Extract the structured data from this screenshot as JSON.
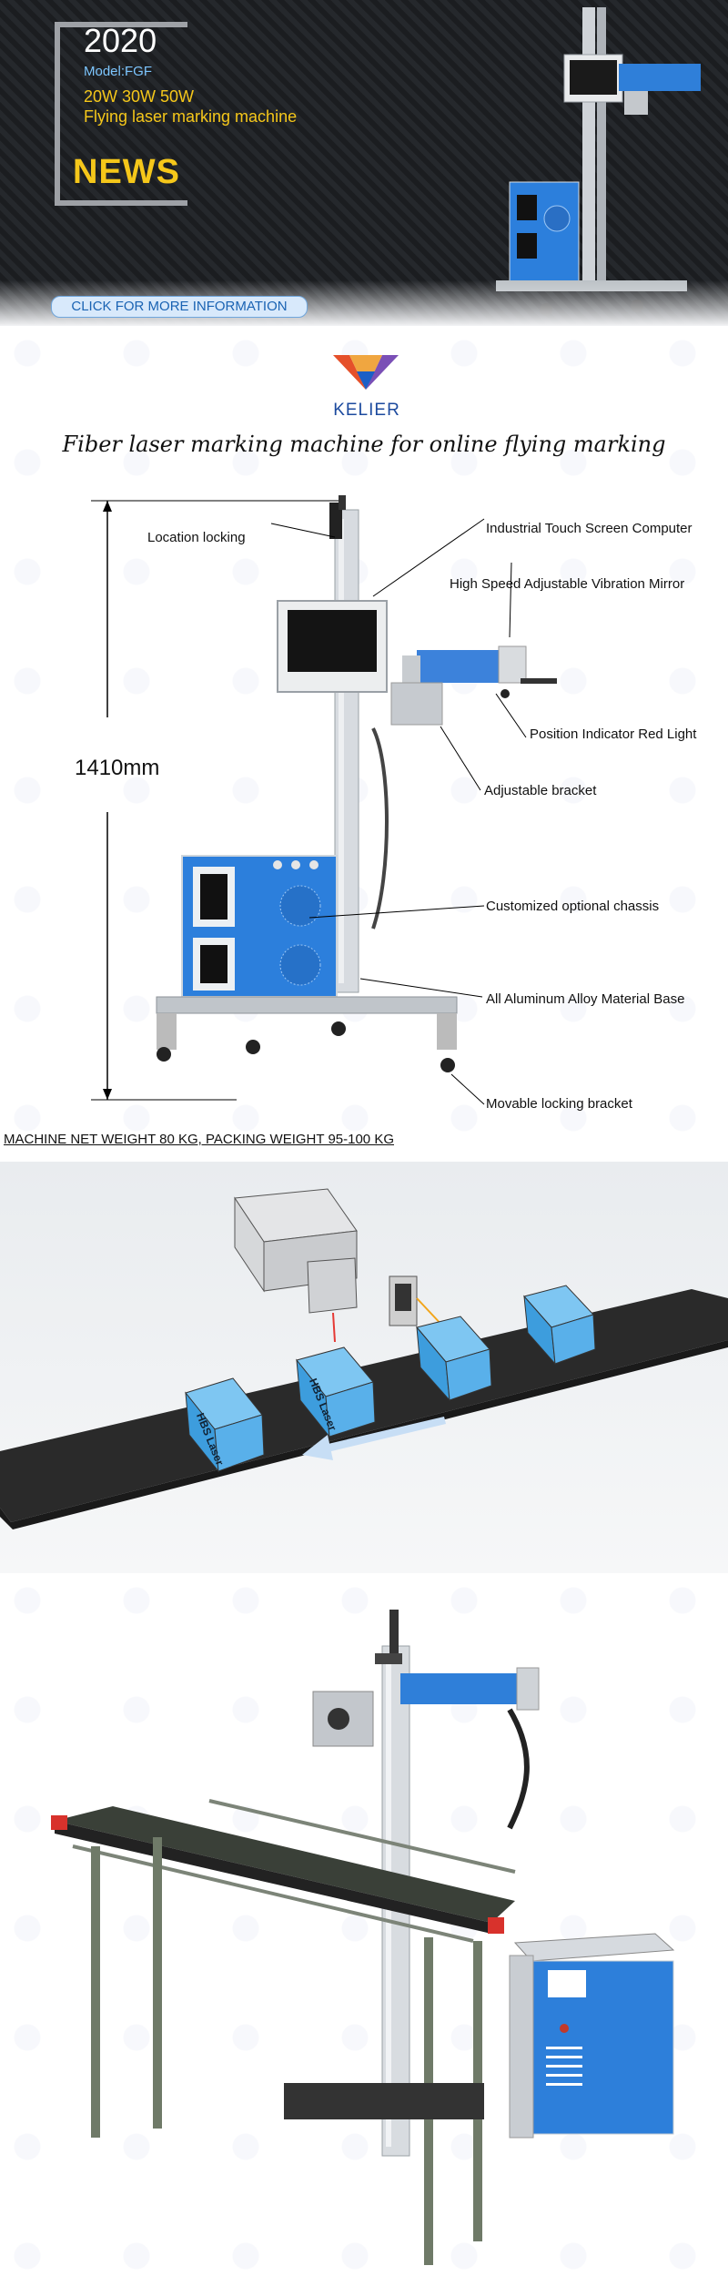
{
  "banner": {
    "year": "2020",
    "model": "Model:FGF",
    "power": "20W 30W 50W",
    "description": "Flying laser marking machine",
    "news": "NEWS",
    "cta": "CLICK FOR MORE INFORMATION"
  },
  "brand": {
    "name": "KELIER"
  },
  "spec": {
    "title": "Fiber laser marking machine for online flying marking",
    "height": "1410mm",
    "callouts": {
      "location_locking": "Location locking",
      "touch_screen": "Industrial Touch Screen Computer",
      "vibration_mirror": "High Speed Adjustable Vibration Mirror",
      "red_light": "Position Indicator Red Light",
      "bracket": "Adjustable bracket",
      "chassis": "Customized optional chassis",
      "base": "All Aluminum Alloy Material Base",
      "locking_bracket": "Movable locking bracket"
    },
    "weight_note": "MACHINE NET WEIGHT 80 KG, PACKING WEIGHT 95-100 KG"
  },
  "diagram": {
    "box_label_1": "HBS Laser",
    "box_label_2": "HBS Laser"
  },
  "colors": {
    "accent_blue": "#1f6fd0",
    "banner_yellow": "#f5c71a",
    "brand_blue": "#1c4a9e"
  }
}
